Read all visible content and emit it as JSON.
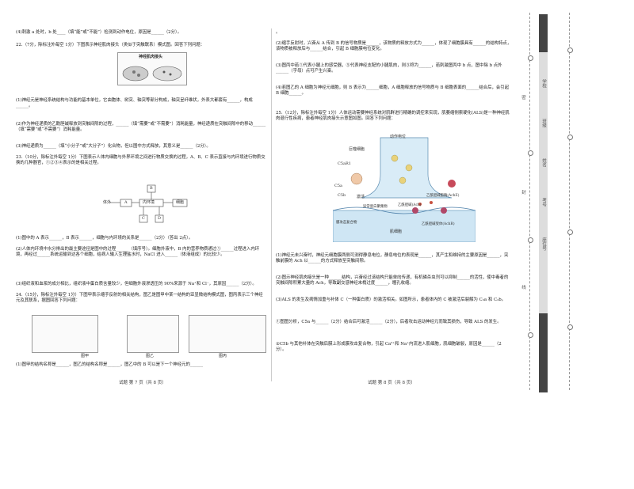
{
  "left": {
    "lines": [
      "(4)刺激 a 处时，b 处____（填“能”或“不能”）检测到动作电位，原因是______（2分）。",
      "22.（7分，除标注外每空 1分）下图表示神经肌肉接头（类似于突触联系）模式图。回答下列问题：",
      "(1)神经元是神经系统结构与功能的基本单位，它由胞体、树突、轴突等部分构成，轴突呈纤维状，外表大都套有______，构成______。",
      "(2)作为神经递质的乙酰胆碱释放到突触间隙的过程，______（填“需要”或“不需要”）消耗能量，神经递质在突触间隙中的移动______（填“需要”或“不需要”）消耗能量。",
      "(3)神经递质为______（填“小分子”或“大分子”）化合物，但以图中方式释放，其意义是______（2分）。",
      "23.（10分，除标注外每空 1分）下图表示人体内细胞与外界环境之间进行物质交换的过程，A、B、C 表示直接与内环境进行物质交换的几种器官，①②③④表示的是相关过程。",
      "(1)图中的 A 表示______，B 表示______，细胞与内环境的关系是______（2分）（答出 2点）。",
      "(2)人体内环境中水分排出的最主要途径是图中的过程______（填序号）。细胞外液中，B 内的营养物质通过①______过程进入内环境，再经过______系统运输到达各个细胞，给病人输入生理盐水时，NaCl 进入______（体液组成）的比较少。",
      "(3)组织液和血浆的成分相比，组织液中蛋白质含量较少，但细胞外液渗透压的 90%来源于 Na⁺和 Cl⁻，其原因______（2分）。",
      "24.（15分，除标注外每空 1分）下图甲表示缩手反射的相关结构，图乙是图甲中某一结构的亚显微结构模式图，图丙表示三个神经元及其联系，据图回答下列问题：",
      "(1)图甲的结构名称是______，图乙的结构名称是______，图乙中的 B 可以是下一个神经元的______"
    ],
    "fig_title": "神经肌肉接头",
    "fig_labels": {
      "jia": "图甲",
      "yi": "图乙",
      "bing": "图丙"
    },
    "flow_labels": {
      "outside": "体外",
      "internal_env": "内环境",
      "cell": "细胞",
      "A": "A",
      "B": "B",
      "C": "C",
      "D": "D"
    }
  },
  "right": {
    "lines": [
      "。",
      "(2)缩手反射时，兴奋从 A 传到 B 的信号物质是______，该物质的释放方式为______，体现了细胞膜具有______的结构特点，该物质被释放后与______结合，引起 B 细胞膜电位变化。",
      "(3)图丙中若①代表小腿上的感受器，⑤代表神经支配的小腿肌肉，则③称为______，若刺激图丙中 b 点，图中除 b 点外______（字母）点可产生兴奋。",
      "(4)若图乙的 A 细胞为神经元细胞，则 B 表示为______细胞，A 细胞释放的信号物质与 B 细胞表面的______结合后，会引起 B 细胞______。",
      "25.（12分，除标注外每空 1分）人体运动需要神经系统对肌群进行精确的调控来实现，肌萎缩侧索硬化(ALS)是一种神经肌肉退行性疾病，患者神经肌肉接头示意图如图。回答下列问题：",
      "(1)神经元未兴奋时，神经元细胞膜两侧可测得静息电位，静息电位的表现是______，其产生和维持的主要原因是______，突触前膜的 Ach 以______的方式释放至突触间隙。",
      "(2)图示神经肌肉接头是一种______结构，兴奋经过该结构只能单向传递，有机磷杀虫剂可以抑制______的活性，使中毒者的突触间隙积累大量的 Ach，导致副交感神经末梢过度______，瞳孔收缩。",
      "(3)ALS 的发生及病情加重与补体 C（一种蛋白质）的激活相关。如图所示，患者体内的 C 被激活后裂解为 C₃a 和 C₃b。",
      "①图图分析，C5a 与______（2分）结合后可激活______（2分），后者攻击运动神经元而致其损伤，导致 ALS 的发生。",
      "②C5b 与其他补体在突触后膜上形成膜攻击复合物，引起 Ca²⁺和 Na⁺内流进入肌细胞，肌细胞破裂，原因是______（2分）。"
    ],
    "diagram_labels": [
      "动作电位",
      "巨噬细胞",
      "C5aR1",
      "C5a",
      "C5b",
      "激活",
      "乙酰胆碱酯酶(AchE)",
      "乙酰胆碱(Ach)",
      "膜攻击复合物",
      "乙酰胆碱受体(AchR)",
      "肌细胞",
      "异常蛋白聚集物"
    ]
  },
  "footer": {
    "left": "试题 第 7 页（共 8 页）",
    "right": "试题 第 8 页（共 8 页）"
  },
  "margin": {
    "labels": [
      "学校",
      "班级",
      "姓名",
      "考号",
      "座位号",
      "密",
      "封",
      "线"
    ]
  }
}
